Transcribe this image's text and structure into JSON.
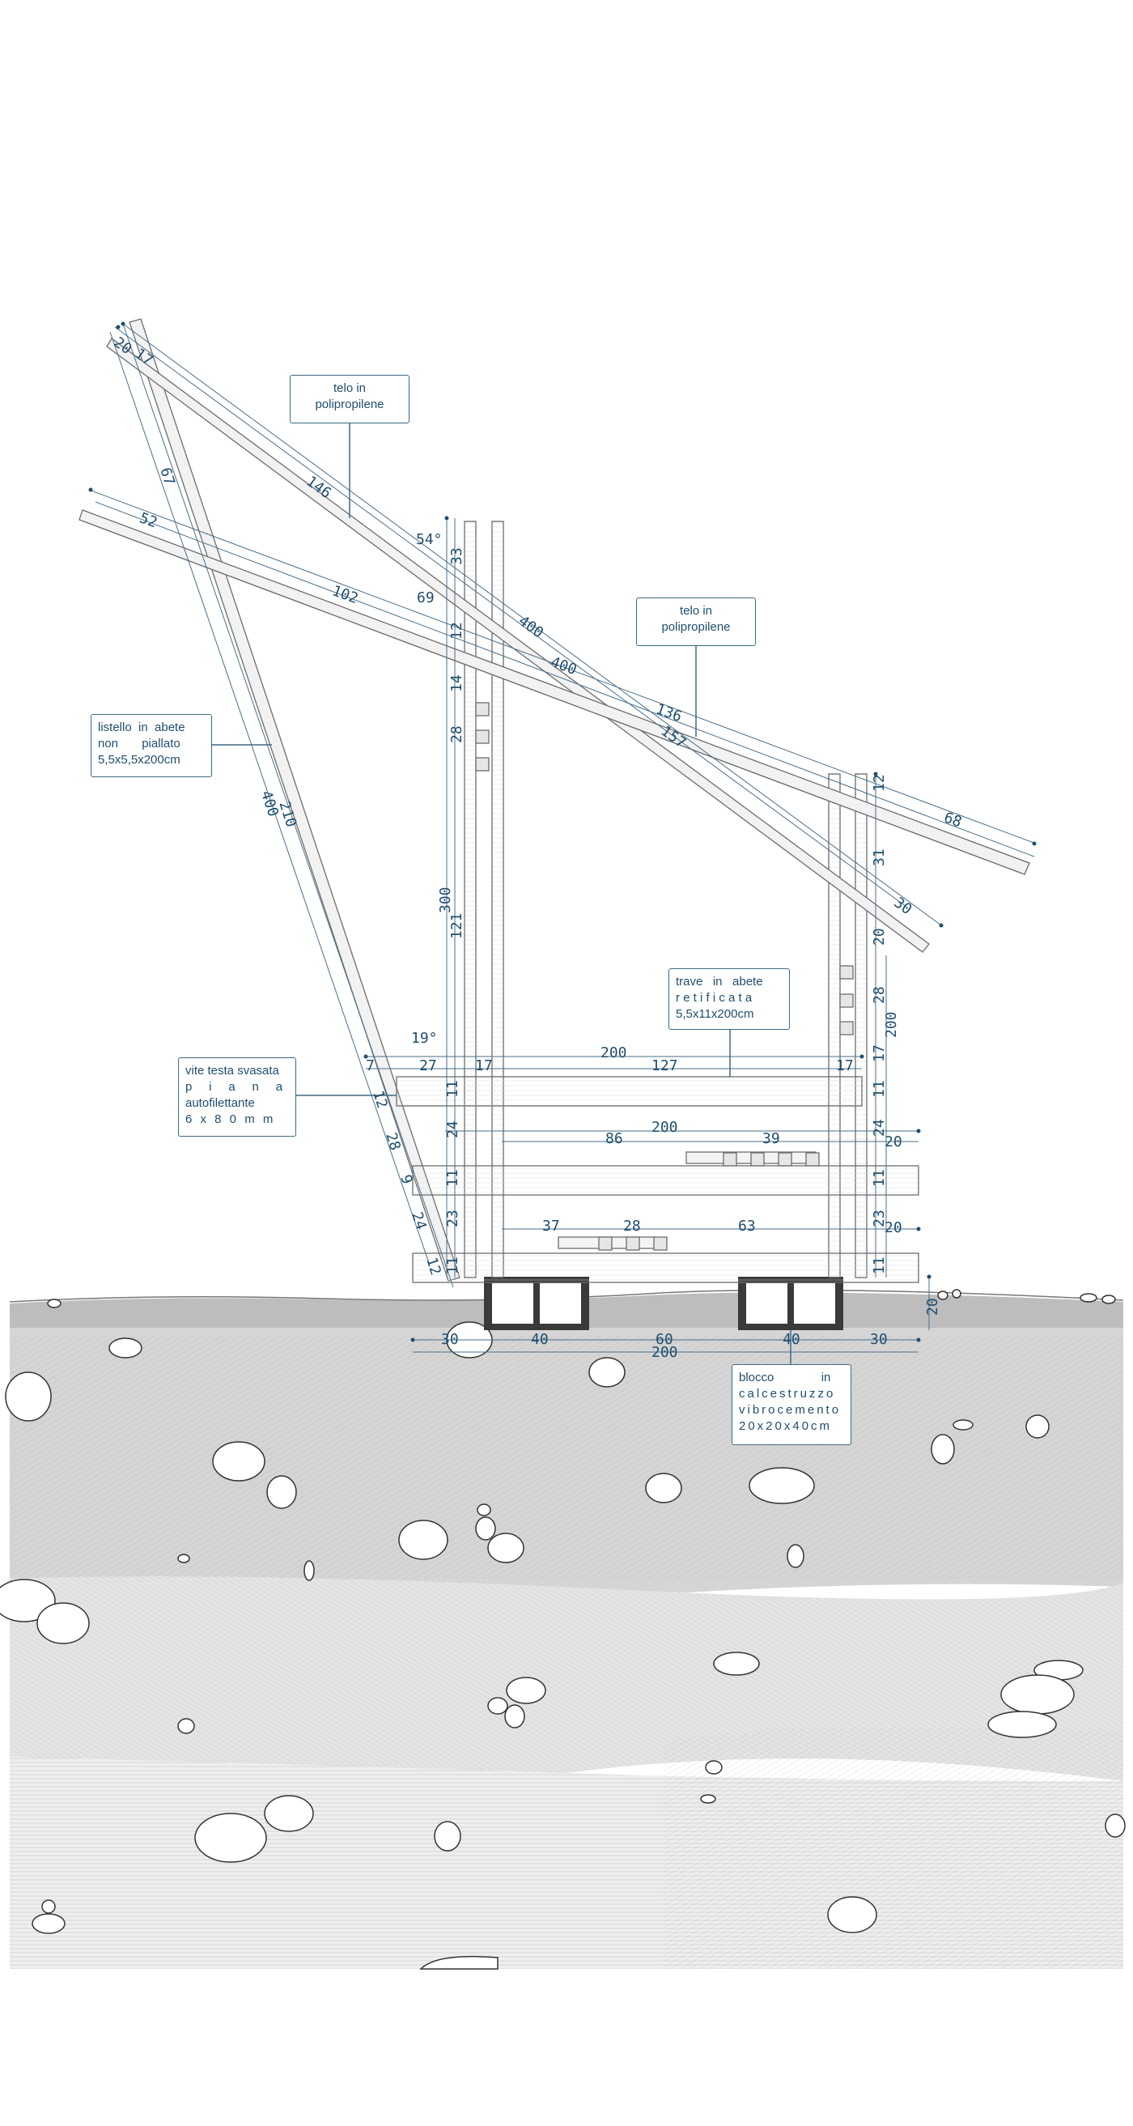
{
  "labels": {
    "telo_1": [
      "telo in",
      "polipropilene"
    ],
    "telo_2": [
      "telo in",
      "polipropilene"
    ],
    "listello": [
      "listello  in  abete",
      "non       piallato",
      "5,5x5,5x200cm"
    ],
    "trave": [
      "trave   in   abete",
      "r e t i f i c a t a",
      "5,5x11x200cm"
    ],
    "vite": [
      "vite testa svasata",
      "p     i     a     n     a",
      "autofilettante",
      "6 x 8 0 m m"
    ],
    "blocco": [
      "blocco              in",
      "calcestruzzo",
      "vibrocemento",
      "20x20x40cm"
    ]
  },
  "dimensions": {
    "slope_top": [
      "20",
      "17",
      "146",
      "54°",
      "67",
      "33",
      "400",
      "400",
      "136",
      "157",
      "12",
      "68",
      "31",
      "30"
    ],
    "slope_lower": [
      "52",
      "102",
      "69",
      "12",
      "14",
      "28"
    ],
    "diagonal_post": [
      "400",
      "210"
    ],
    "left_post": [
      "300",
      "121",
      "19°"
    ],
    "right_post": [
      "20",
      "28",
      "200"
    ],
    "top_beam": [
      "7",
      "27",
      "17",
      "200",
      "127",
      "17",
      "12",
      "11",
      "17",
      "11"
    ],
    "mid_beam": [
      "28",
      "24",
      "200",
      "86",
      "39",
      "24",
      "20",
      "9",
      "11",
      "11"
    ],
    "low_beam": [
      "24",
      "23",
      "37",
      "28",
      "63",
      "23",
      "20",
      "12",
      "11",
      "11"
    ],
    "base": [
      "30",
      "40",
      "60",
      "40",
      "30",
      "200",
      "20"
    ]
  },
  "colors": {
    "dim": "#1f4e6e",
    "leader": "#3d6a86",
    "ground": "#d6d6d6",
    "block": "#333333"
  }
}
